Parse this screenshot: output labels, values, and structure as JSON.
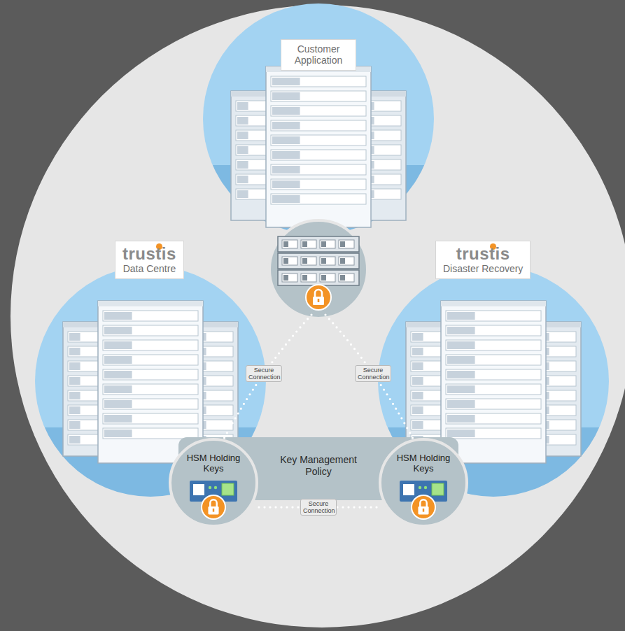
{
  "diagram": {
    "nodes": [
      {
        "text": [
          "Customer Application"
        ]
      },
      {
        "text": [
          "trustis",
          "Data Centre"
        ]
      },
      {
        "text": [
          "trustis",
          "Disaster Recovery"
        ]
      },
      {
        "text": [
          "Key Management Policy"
        ]
      },
      {
        "text": [
          "HSM Holding Keys"
        ]
      },
      {
        "text": [
          "HSM Holding Keys"
        ]
      }
    ],
    "edges": [
      {
        "from": 0,
        "to": 4,
        "label": "Secure Connection",
        "arrow": "none"
      },
      {
        "from": 0,
        "to": 5,
        "label": "Secure Connection",
        "arrow": "none"
      },
      {
        "from": 4,
        "to": 5,
        "label": "Secure Connection",
        "arrow": "none"
      }
    ]
  }
}
